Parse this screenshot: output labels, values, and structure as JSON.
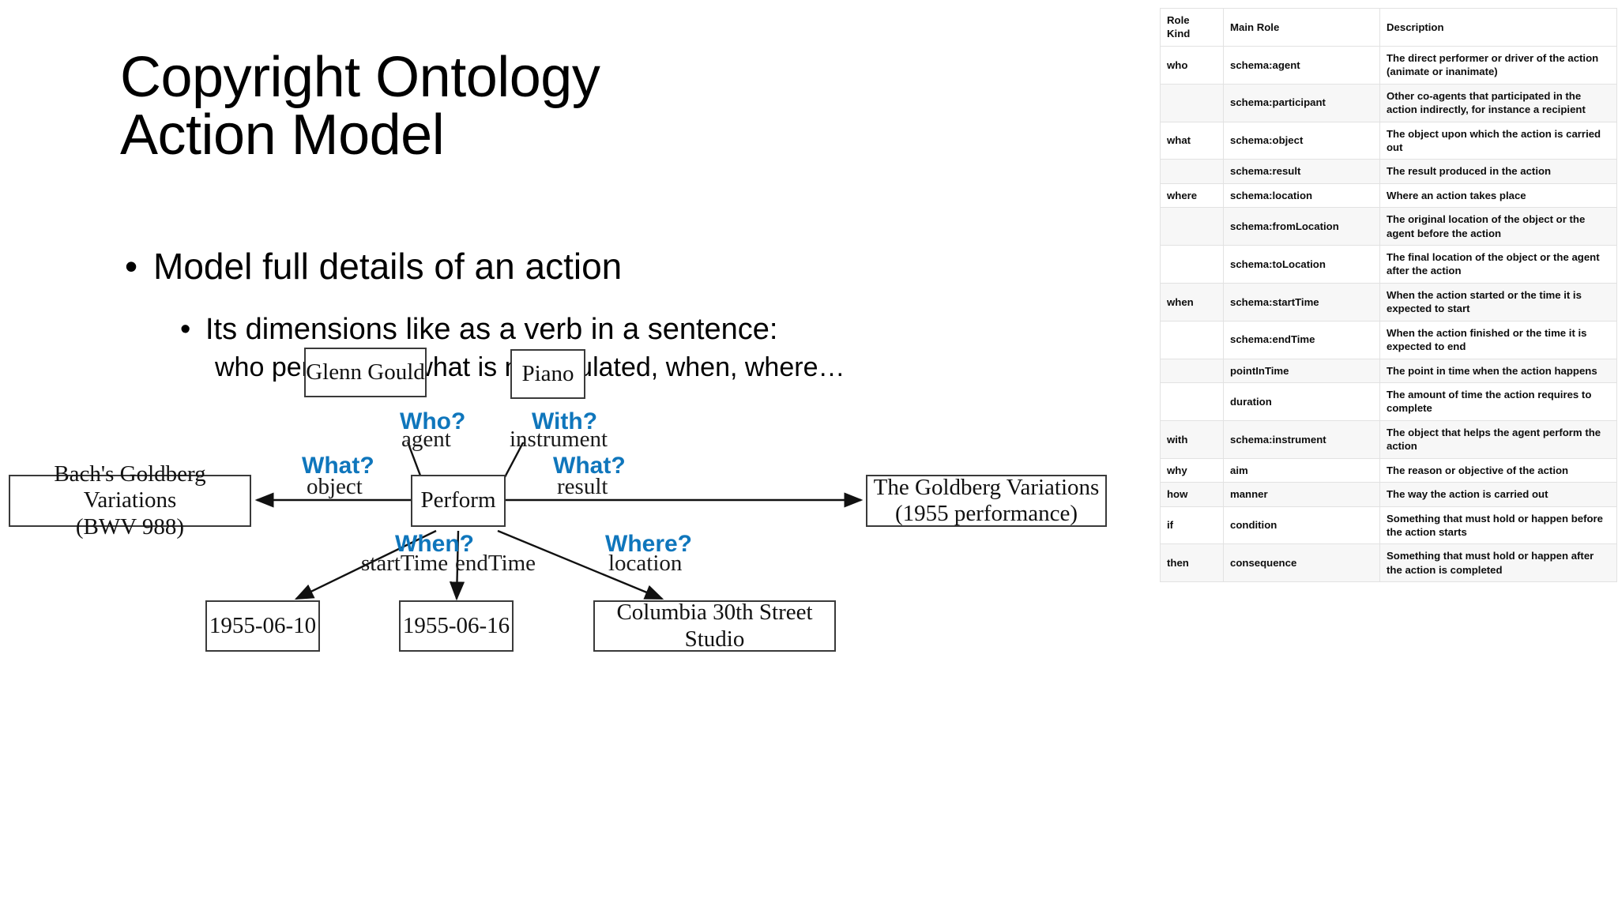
{
  "slide": {
    "title_line1": "Copyright Ontology",
    "title_line2": "Action Model",
    "bullets": {
      "level1": "Model full details of an action",
      "level2": "Its dimensions like as a verb in a sentence:",
      "level2_cont": "who performs it, what is manipulated, when, where…"
    },
    "bullet_glyph": "•"
  },
  "diagram": {
    "nodes": {
      "agent": "Glenn Gould",
      "instrument": "Piano",
      "object_line1": "Bach's Goldberg Variations",
      "object_line2": "(BWV 988)",
      "center": "Perform",
      "result_line1": "The Goldberg Variations",
      "result_line2": "(1955 performance)",
      "start_time": "1955-06-10",
      "end_time": "1955-06-16",
      "location": "Columbia 30th Street Studio"
    },
    "edges": [
      {
        "question": "Who?",
        "role": "agent"
      },
      {
        "question": "With?",
        "role": "instrument"
      },
      {
        "question": "What?",
        "role": "object"
      },
      {
        "question": "What?",
        "role": "result"
      },
      {
        "question": "When?",
        "role": "startTime"
      },
      {
        "question": "",
        "role": "endTime"
      },
      {
        "question": "Where?",
        "role": "location"
      }
    ],
    "accent_color": "#0f76bc",
    "box_border_color": "#3a3a3a"
  },
  "table": {
    "headers": [
      "Role Kind",
      "Main Role",
      "Description"
    ],
    "header_role_kind_line1": "Role",
    "header_role_kind_line2": "Kind",
    "rows": [
      {
        "kind": "who",
        "role": "schema:agent",
        "desc": "The direct performer or driver of the action (animate or inanimate)"
      },
      {
        "kind": "",
        "role": "schema:participant",
        "desc": "Other co-agents that participated in the action indirectly, for instance a recipient"
      },
      {
        "kind": "what",
        "role": "schema:object",
        "desc": "The object upon which the action is carried out"
      },
      {
        "kind": "",
        "role": "schema:result",
        "desc": "The result produced in the action"
      },
      {
        "kind": "where",
        "role": "schema:location",
        "desc": "Where an action takes place"
      },
      {
        "kind": "",
        "role": "schema:fromLocation",
        "desc": "The original location of the object or the agent before the action"
      },
      {
        "kind": "",
        "role": "schema:toLocation",
        "desc": "The final location of the object or the agent after the action"
      },
      {
        "kind": "when",
        "role": "schema:startTime",
        "desc": "When the action started or the time it is expected to start"
      },
      {
        "kind": "",
        "role": "schema:endTime",
        "desc": "When the action finished or the time it is expected to end"
      },
      {
        "kind": "",
        "role": "pointInTime",
        "desc": "The point in time when the action happens"
      },
      {
        "kind": "",
        "role": "duration",
        "desc": "The amount of time the action requires to complete"
      },
      {
        "kind": "with",
        "role": "schema:instrument",
        "desc": "The object that helps the agent perform the action"
      },
      {
        "kind": "why",
        "role": "aim",
        "desc": "The reason or objective of the action"
      },
      {
        "kind": "how",
        "role": "manner",
        "desc": "The way the action is carried out"
      },
      {
        "kind": "if",
        "role": "condition",
        "desc": "Something that must hold or happen before the action starts"
      },
      {
        "kind": "then",
        "role": "consequence",
        "desc": "Something that must hold or happen after the action is completed"
      }
    ]
  }
}
